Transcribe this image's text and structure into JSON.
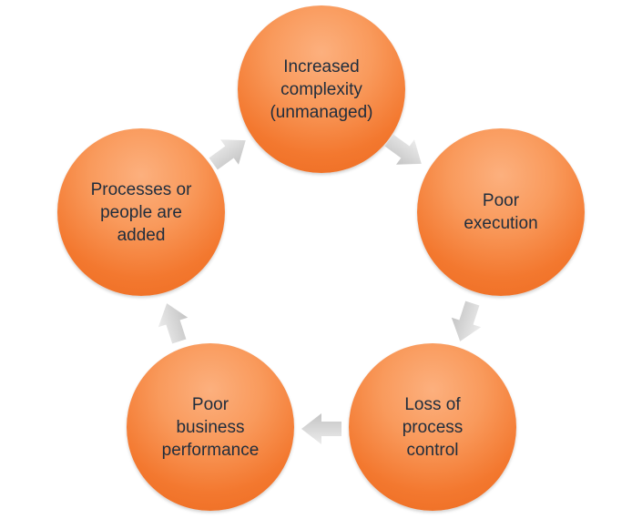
{
  "diagram": {
    "nodes": [
      {
        "label": "Increased\ncomplexity\n(unmanaged)"
      },
      {
        "label": "Poor\nexecution"
      },
      {
        "label": "Loss of\nprocess\ncontrol"
      },
      {
        "label": "Poor\nbusiness\nperformance"
      },
      {
        "label": "Processes or\npeople are\nadded"
      }
    ],
    "colors": {
      "node_fill": "#f3782f",
      "node_text": "#1f2d3d",
      "arrow_fill": "#d9d9d9"
    },
    "flow": "clockwise"
  }
}
